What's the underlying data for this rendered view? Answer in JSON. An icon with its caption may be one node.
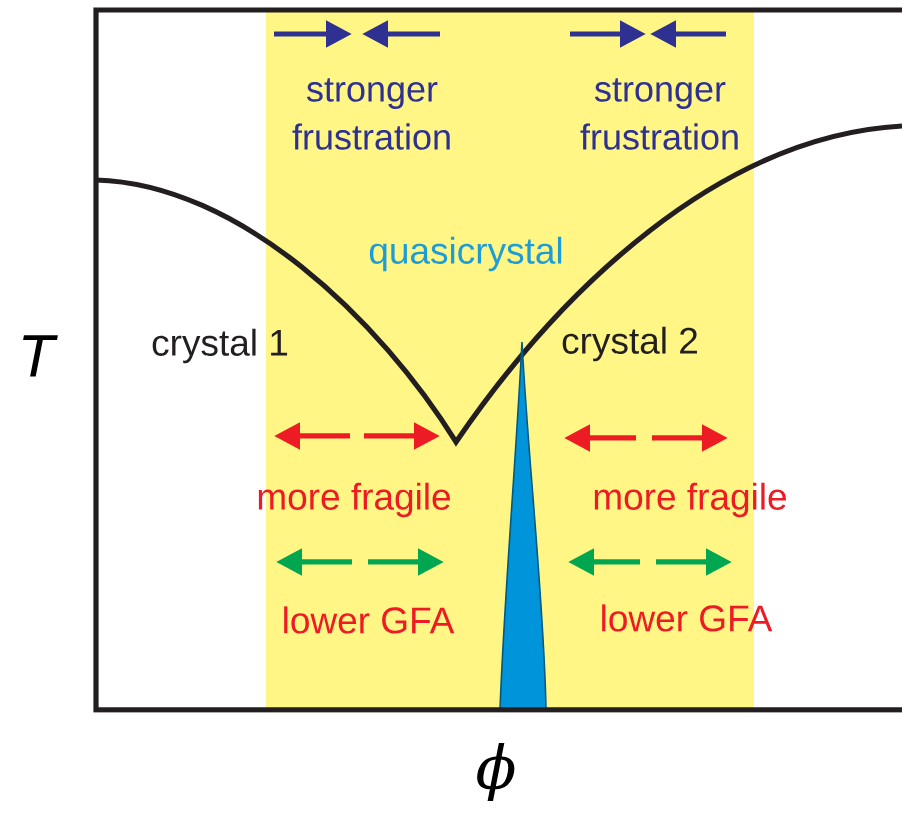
{
  "diagram": {
    "labels": [
      "stronger frustration",
      "stronger frustration",
      "quasicrystal",
      "T",
      "crystal 1",
      "crystal 2",
      "more fragile",
      "more fragile",
      "lower GFA",
      "lower GFA",
      "ϕ"
    ]
  }
}
